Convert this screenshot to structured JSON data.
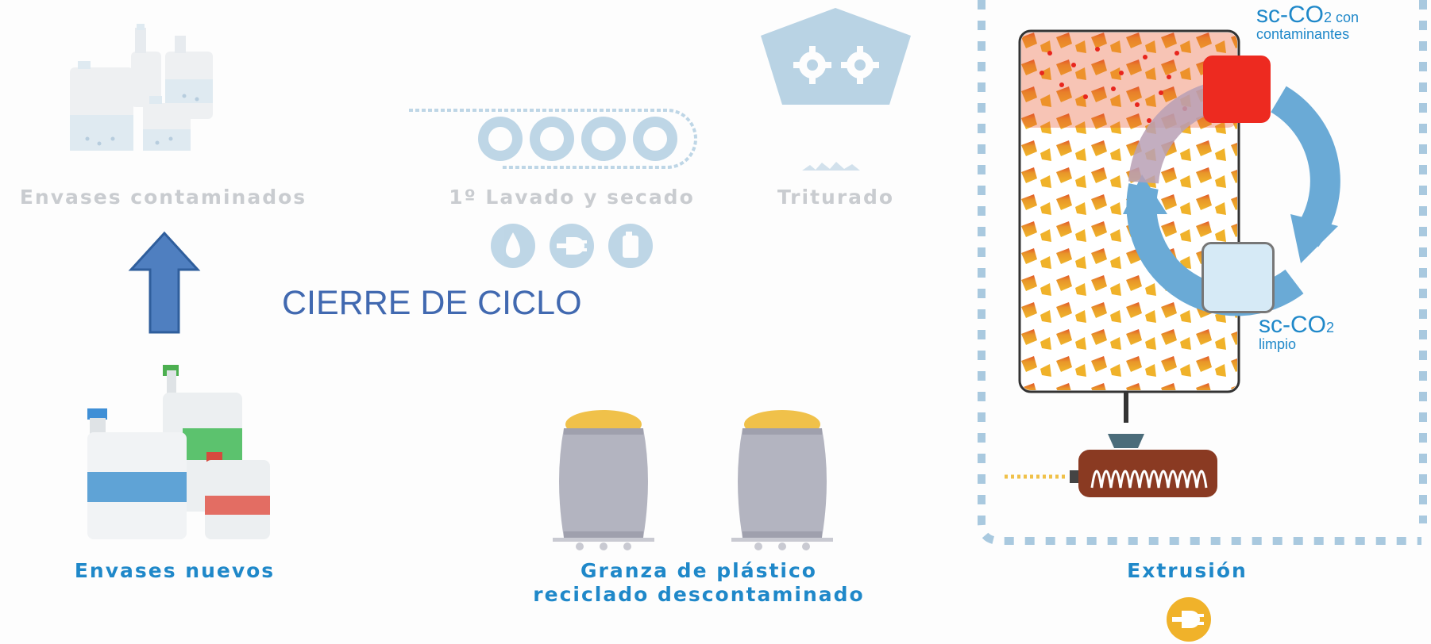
{
  "stages": {
    "contaminated": {
      "label": "Envases contaminados"
    },
    "washing": {
      "label": "1º Lavado y secado"
    },
    "shredding": {
      "label": "Triturado"
    },
    "new": {
      "label": "Envases nuevos"
    },
    "granules": {
      "label_line1": "Granza de plástico",
      "label_line2": "reciclado descontaminado"
    },
    "extrusion": {
      "label": "Extrusión"
    }
  },
  "cycle": {
    "title": "CIERRE DE CICLO"
  },
  "sc_co2": {
    "contaminated_main": "sc-CO",
    "contaminated_sub": "2",
    "contaminated_tail": " con",
    "contaminated_line2": "contaminantes",
    "clean_main": "sc-CO",
    "clean_sub": "2",
    "clean_line2": "limpio"
  },
  "icons": [
    "water-drop-icon",
    "plug-icon",
    "container-icon",
    "gear-icon",
    "extrusion-plug-icon"
  ],
  "colors": {
    "faded_blue": "#a9c9df",
    "label_blue": "#1f88c9",
    "cycle_text": "#4169b0",
    "arrow_blue": "#4f7fc0",
    "contaminant_red": "#e8251d",
    "flake_orange": "#e8a322",
    "extruder_brown": "#8a3a22"
  }
}
